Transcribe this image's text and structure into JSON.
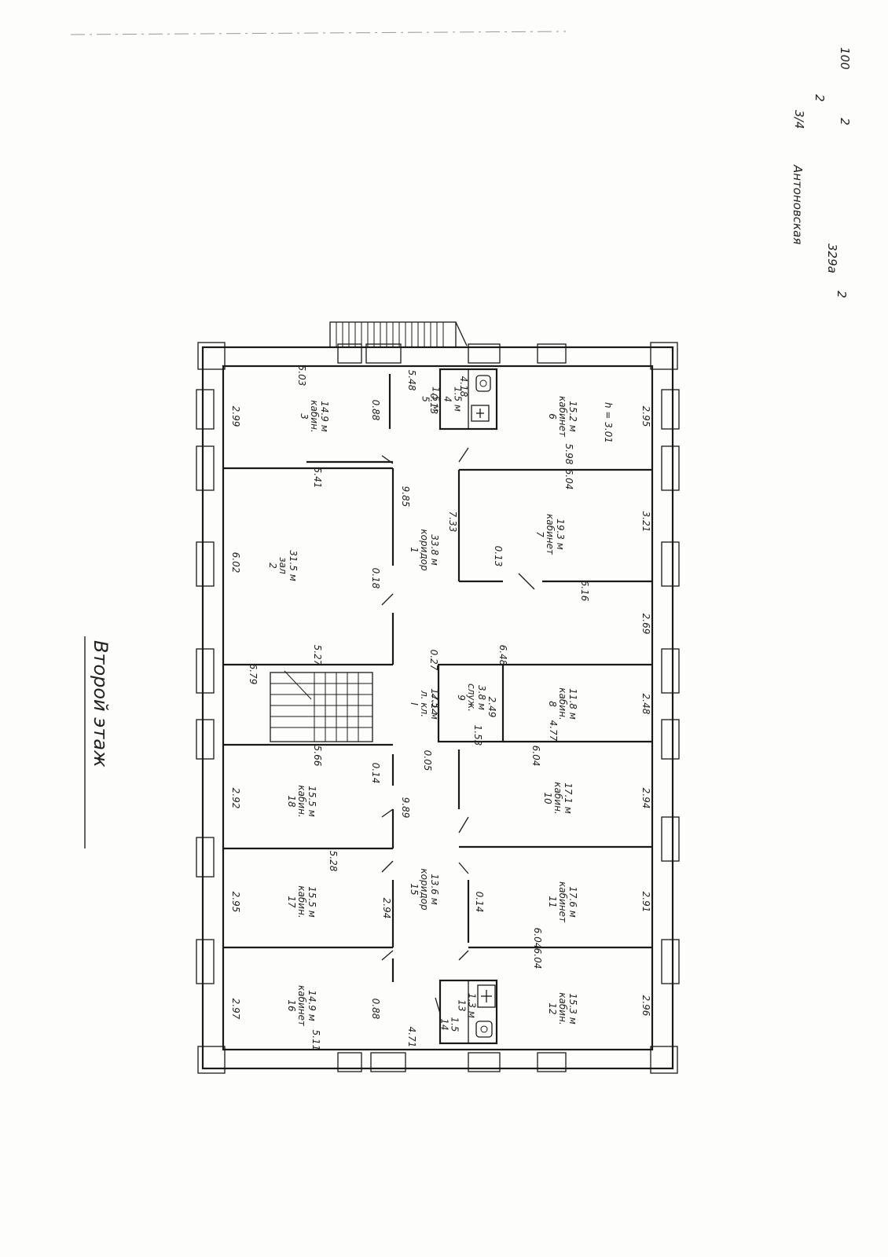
{
  "header_top": {
    "note_2_top": "2",
    "note_fraction": "3/4",
    "note_2_mid": "2",
    "note_100": "100",
    "street": "Антоновская",
    "number": "329а",
    "note_2_bottom": "2"
  },
  "floor_title": "Второй этаж",
  "rooms": [
    {
      "num": "1",
      "name": "коридор",
      "area": "33.8 м"
    },
    {
      "num": "2",
      "name": "зал",
      "area": "31.5 м"
    },
    {
      "num": "3",
      "name": "кабин.",
      "area": "14.9 м"
    },
    {
      "num": "4",
      "name": "",
      "area": "1.5 м"
    },
    {
      "num": "5",
      "name": "",
      "area": "1.5 м"
    },
    {
      "num": "6",
      "name": "кабинет",
      "area": "15.2 м"
    },
    {
      "num": "7",
      "name": "кабинет",
      "area": "19.3 м"
    },
    {
      "num": "8",
      "name": "кабин.",
      "area": "11.8 м"
    },
    {
      "num": "9",
      "name": "служ.",
      "area": "3.8 м"
    },
    {
      "num": "I",
      "name": "л. кл.",
      "area": "17.1 м"
    },
    {
      "num": "10",
      "name": "кабин.",
      "area": "17.1 м"
    },
    {
      "num": "11",
      "name": "кабинет",
      "area": "17.6 м"
    },
    {
      "num": "12",
      "name": "кабин.",
      "area": "15.3 м"
    },
    {
      "num": "13",
      "name": "",
      "area": "1.3 м"
    },
    {
      "num": "14",
      "name": "",
      "area": "1.5"
    },
    {
      "num": "15",
      "name": "коридор",
      "area": "13.6 м"
    },
    {
      "num": "16",
      "name": "кабинет",
      "area": "14.9 м"
    },
    {
      "num": "17",
      "name": "кабин.",
      "area": "15.5 м"
    },
    {
      "num": "18",
      "name": "кабин.",
      "area": "15.5 м"
    }
  ],
  "dimensions": {
    "d_503": "5.03",
    "d_299": "2.99",
    "d_548": "5.48",
    "d_088a": "0.88",
    "d_418": "4.18",
    "d_513": "0.13",
    "d_602": "6.02",
    "d_541": "5.41",
    "d_985": "9.85",
    "d_018a": "0.18",
    "d_595": "2.95",
    "d_598": "5.98",
    "d_h": "h = 3.01",
    "d_604a": "6.04",
    "d_321": "3.21",
    "d_733": "7.33",
    "d_013": "0.13",
    "d_616": "6.16",
    "d_269": "2.69",
    "d_527": "5.27",
    "d_027": "0.27",
    "d_648": "6.48",
    "d_679": "6.79",
    "d_252": "2.52",
    "d_249": "2.49",
    "d_248": "2.48",
    "d_153": "1.53",
    "d_477": "4.77",
    "d_005": "0.05",
    "d_566": "5.66",
    "d_014": "0.14",
    "d_604b": "6.04",
    "d_292": "2.92",
    "d_294a": "2.94",
    "d_989": "9.89",
    "d_528": "5.28",
    "d_295": "2.95",
    "d_294b": "2.94",
    "d_014b": "0.14",
    "d_291": "2.91",
    "d_604c": "6.04",
    "d_604d": "6.04",
    "d_297": "2.97",
    "d_088b": "0.88",
    "d_511": "5.11",
    "d_471": "4.71",
    "d_296": "2.96"
  }
}
